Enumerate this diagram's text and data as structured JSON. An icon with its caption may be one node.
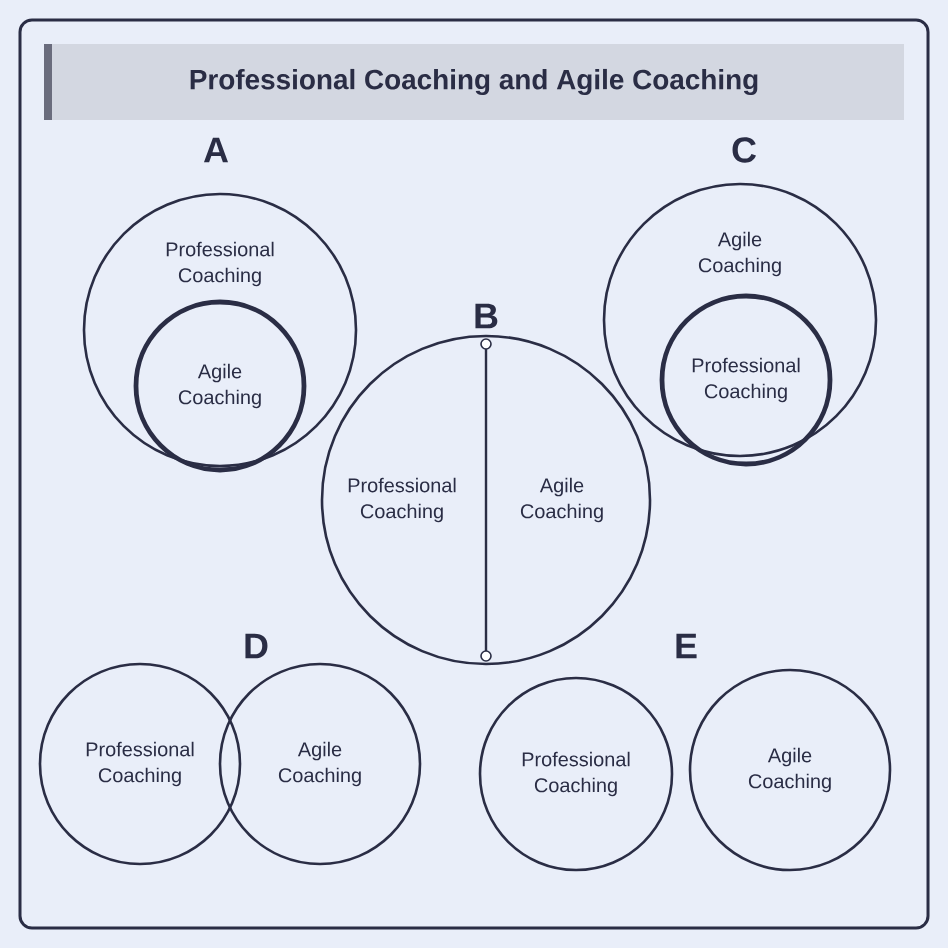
{
  "diagram": {
    "title": "Professional Coaching and Agile Coaching",
    "nodes": [
      {
        "text": [
          "Professional Coaching"
        ]
      },
      {
        "text": [
          "Agile Coaching"
        ],
        "in": 0
      },
      {
        "text": [
          "Professional Coaching",
          "Agile Coaching"
        ]
      },
      {
        "text": [
          "Agile Coaching"
        ]
      },
      {
        "text": [
          "Professional Coaching"
        ],
        "in": 3
      },
      {
        "text": [
          "Professional Coaching"
        ]
      },
      {
        "text": [
          "Agile Coaching"
        ]
      },
      {
        "text": [
          "Professional Coaching"
        ]
      },
      {
        "text": [
          "Agile Coaching"
        ]
      }
    ],
    "edges": [],
    "labels": [
      "A",
      "C",
      "B",
      "D",
      "E"
    ]
  }
}
